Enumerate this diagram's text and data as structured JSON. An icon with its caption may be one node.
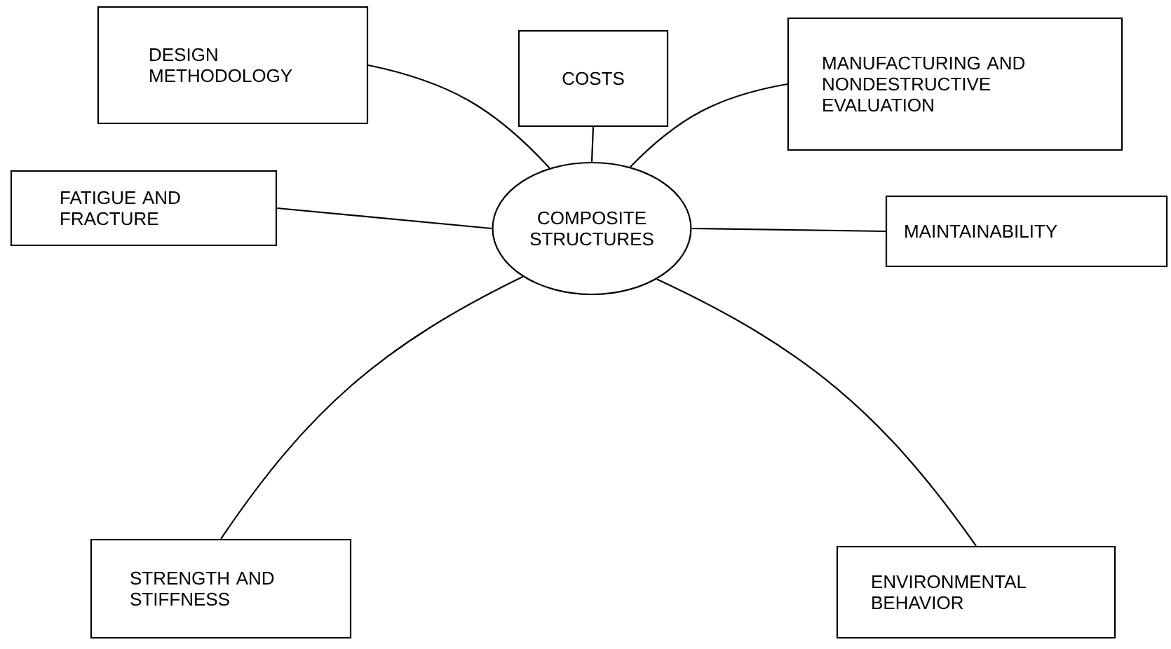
{
  "diagram": {
    "nodes": [
      {
        "text": [
          "DESIGN METHODOLOGY"
        ]
      },
      {
        "text": [
          "COSTS"
        ]
      },
      {
        "text": [
          "MANUFACTURING AND NONDESTRUCTIVE EVALUATION"
        ]
      },
      {
        "text": [
          "FATIGUE AND FRACTURE"
        ]
      },
      {
        "text": [
          "COMPOSITE STRUCTURES"
        ]
      },
      {
        "text": [
          "MAINTAINABILITY"
        ]
      },
      {
        "text": [
          "STRENGTH AND STIFFNESS"
        ]
      },
      {
        "text": [
          "ENVIRONMENTAL BEHAVIOR"
        ]
      }
    ],
    "edges": [
      {
        "from": 4,
        "to": 0,
        "arrow": "none"
      },
      {
        "from": 4,
        "to": 1,
        "arrow": "none"
      },
      {
        "from": 4,
        "to": 2,
        "arrow": "none"
      },
      {
        "from": 4,
        "to": 3,
        "arrow": "none"
      },
      {
        "from": 4,
        "to": 5,
        "arrow": "none"
      },
      {
        "from": 4,
        "to": 6,
        "arrow": "none"
      },
      {
        "from": 4,
        "to": 7,
        "arrow": "none"
      }
    ]
  }
}
